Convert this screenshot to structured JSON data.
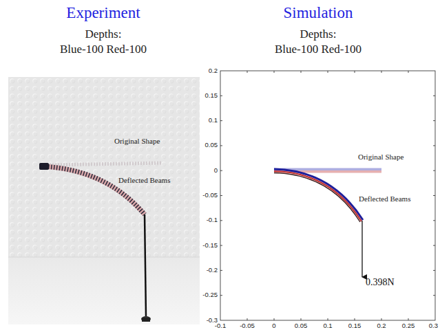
{
  "diagram": {
    "labels": [
      "Experiment",
      "Depths:",
      "Blue-100 Red-100",
      "Original Shape",
      "Deflected Beams",
      "Simulation",
      "Depths:",
      "Blue-100 Red-100",
      "Original Shape",
      "Deflected Beams",
      "0.398N",
      "0.2",
      "0.15",
      "0.1",
      "0.05",
      "0",
      "-0.05",
      "-0.1",
      "-0.15",
      "-0.2",
      "-0.25",
      "-0.3",
      "-0.1",
      "-0.05",
      "0",
      "0.05",
      "0.1",
      "0.15",
      "0.2",
      "0.25",
      "0.3"
    ]
  }
}
